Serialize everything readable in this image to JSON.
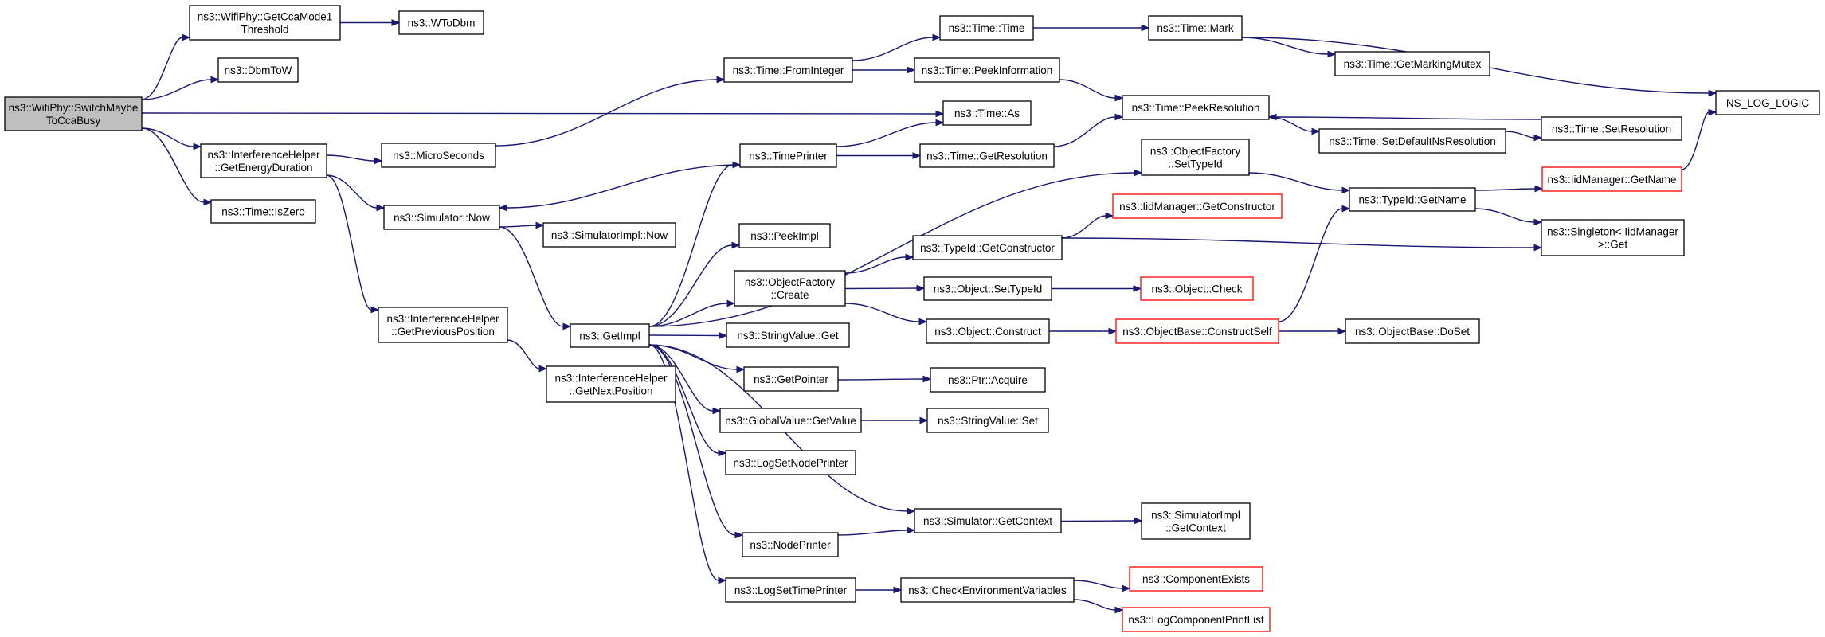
{
  "colors": {
    "edge": "#191970",
    "node_border": "#000000",
    "truncated_border": "#ff0000",
    "root_fill": "#bfbfbf"
  },
  "nodes": [
    {
      "id": "root",
      "lines": [
        "ns3::WifiPhy::SwitchMaybe",
        "ToCcaBusy"
      ],
      "style": "root"
    },
    {
      "id": "getccamode",
      "lines": [
        "ns3::WifiPhy::GetCcaMode1",
        "Threshold"
      ]
    },
    {
      "id": "wtodbm",
      "lines": [
        "ns3::WToDbm"
      ]
    },
    {
      "id": "dbmtow",
      "lines": [
        "ns3::DbmToW"
      ]
    },
    {
      "id": "getenergy",
      "lines": [
        "ns3::InterferenceHelper",
        "::GetEnergyDuration"
      ]
    },
    {
      "id": "iszero",
      "lines": [
        "ns3::Time::IsZero"
      ]
    },
    {
      "id": "microseconds",
      "lines": [
        "ns3::MicroSeconds"
      ]
    },
    {
      "id": "simnow",
      "lines": [
        "ns3::Simulator::Now"
      ]
    },
    {
      "id": "getprevpos",
      "lines": [
        "ns3::InterferenceHelper",
        "::GetPreviousPosition"
      ]
    },
    {
      "id": "simimplnow",
      "lines": [
        "ns3::SimulatorImpl::Now"
      ]
    },
    {
      "id": "getimpl",
      "lines": [
        "ns3::GetImpl"
      ]
    },
    {
      "id": "getnextpos",
      "lines": [
        "ns3::InterferenceHelper",
        "::GetNextPosition"
      ]
    },
    {
      "id": "fromint",
      "lines": [
        "ns3::Time::FromInteger"
      ]
    },
    {
      "id": "timeprinter",
      "lines": [
        "ns3::TimePrinter"
      ]
    },
    {
      "id": "peekimpl",
      "lines": [
        "ns3::PeekImpl"
      ]
    },
    {
      "id": "ofcreate",
      "lines": [
        "ns3::ObjectFactory",
        "::Create"
      ]
    },
    {
      "id": "svget",
      "lines": [
        "ns3::StringValue::Get"
      ]
    },
    {
      "id": "getpointer",
      "lines": [
        "ns3::GetPointer"
      ]
    },
    {
      "id": "gvgetvalue",
      "lines": [
        "ns3::GlobalValue::GetValue"
      ]
    },
    {
      "id": "logsetnode",
      "lines": [
        "ns3::LogSetNodePrinter"
      ]
    },
    {
      "id": "nodeprinter",
      "lines": [
        "ns3::NodePrinter"
      ]
    },
    {
      "id": "logsettime",
      "lines": [
        "ns3::LogSetTimePrinter"
      ]
    },
    {
      "id": "timetime",
      "lines": [
        "ns3::Time::Time"
      ]
    },
    {
      "id": "peekinfo",
      "lines": [
        "ns3::Time::PeekInformation"
      ]
    },
    {
      "id": "timeas",
      "lines": [
        "ns3::Time::As"
      ]
    },
    {
      "id": "getres",
      "lines": [
        "ns3::Time::GetResolution"
      ]
    },
    {
      "id": "ofsettypeid",
      "lines": [
        "ns3::ObjectFactory",
        "::SetTypeId"
      ]
    },
    {
      "id": "tidgetctor",
      "lines": [
        "ns3::TypeId::GetConstructor"
      ]
    },
    {
      "id": "objsettypeid",
      "lines": [
        "ns3::Object::SetTypeId"
      ]
    },
    {
      "id": "objconstruct",
      "lines": [
        "ns3::Object::Construct"
      ]
    },
    {
      "id": "ptracquire",
      "lines": [
        "ns3::Ptr::Acquire"
      ]
    },
    {
      "id": "svset",
      "lines": [
        "ns3::StringValue::Set"
      ]
    },
    {
      "id": "simgetctx",
      "lines": [
        "ns3::Simulator::GetContext"
      ]
    },
    {
      "id": "checkenv",
      "lines": [
        "ns3::CheckEnvironmentVariables"
      ]
    },
    {
      "id": "mark",
      "lines": [
        "ns3::Time::Mark"
      ]
    },
    {
      "id": "peekres",
      "lines": [
        "ns3::Time::PeekResolution"
      ]
    },
    {
      "id": "iidgetctor",
      "lines": [
        "ns3::IidManager::GetConstructor"
      ],
      "style": "red"
    },
    {
      "id": "objcheck",
      "lines": [
        "ns3::Object::Check"
      ],
      "style": "red"
    },
    {
      "id": "obconstructself",
      "lines": [
        "ns3::ObjectBase::ConstructSelf"
      ],
      "style": "red"
    },
    {
      "id": "simimplgetctx",
      "lines": [
        "ns3::SimulatorImpl",
        "::GetContext"
      ]
    },
    {
      "id": "compexists",
      "lines": [
        "ns3::ComponentExists"
      ],
      "style": "red"
    },
    {
      "id": "logcompprint",
      "lines": [
        "ns3::LogComponentPrintList"
      ],
      "style": "red"
    },
    {
      "id": "getmarkmutex",
      "lines": [
        "ns3::Time::GetMarkingMutex"
      ]
    },
    {
      "id": "setdefaultns",
      "lines": [
        "ns3::Time::SetDefaultNsResolution"
      ]
    },
    {
      "id": "tidgetname",
      "lines": [
        "ns3::TypeId::GetName"
      ]
    },
    {
      "id": "obdoset",
      "lines": [
        "ns3::ObjectBase::DoSet"
      ]
    },
    {
      "id": "setres",
      "lines": [
        "ns3::Time::SetResolution"
      ]
    },
    {
      "id": "iidgetname",
      "lines": [
        "ns3::IidManager::GetName"
      ],
      "style": "red"
    },
    {
      "id": "singleton",
      "lines": [
        "ns3::Singleton< IidManager",
        ">::Get"
      ]
    },
    {
      "id": "nslog",
      "lines": [
        "NS_LOG_LOGIC"
      ]
    }
  ],
  "edges": [
    [
      "root",
      "getccamode"
    ],
    [
      "root",
      "dbmtow"
    ],
    [
      "root",
      "timeas"
    ],
    [
      "root",
      "getenergy"
    ],
    [
      "root",
      "iszero"
    ],
    [
      "getccamode",
      "wtodbm"
    ],
    [
      "getenergy",
      "microseconds"
    ],
    [
      "getenergy",
      "simnow"
    ],
    [
      "getenergy",
      "getprevpos"
    ],
    [
      "microseconds",
      "fromint"
    ],
    [
      "simnow",
      "simimplnow"
    ],
    [
      "simnow",
      "getimpl"
    ],
    [
      "getprevpos",
      "getnextpos"
    ],
    [
      "timeprinter",
      "simnow"
    ],
    [
      "timeprinter",
      "timeas"
    ],
    [
      "timeprinter",
      "getres"
    ],
    [
      "getimpl",
      "timeprinter"
    ],
    [
      "getimpl",
      "ofsettypeid"
    ],
    [
      "getimpl",
      "peekimpl"
    ],
    [
      "getimpl",
      "ofcreate"
    ],
    [
      "getimpl",
      "svget"
    ],
    [
      "getimpl",
      "getpointer"
    ],
    [
      "getimpl",
      "gvgetvalue"
    ],
    [
      "getimpl",
      "logsetnode"
    ],
    [
      "getimpl",
      "simgetctx"
    ],
    [
      "getimpl",
      "nodeprinter"
    ],
    [
      "getimpl",
      "logsettime"
    ],
    [
      "fromint",
      "timetime"
    ],
    [
      "fromint",
      "peekinfo"
    ],
    [
      "timetime",
      "mark"
    ],
    [
      "mark",
      "getmarkmutex"
    ],
    [
      "mark",
      "nslog"
    ],
    [
      "peekinfo",
      "peekres"
    ],
    [
      "getres",
      "peekres"
    ],
    [
      "peekres",
      "setdefaultns"
    ],
    [
      "setdefaultns",
      "setres"
    ],
    [
      "setres",
      "peekres"
    ],
    [
      "ofsettypeid",
      "tidgetname"
    ],
    [
      "tidgetname",
      "iidgetname"
    ],
    [
      "tidgetname",
      "singleton"
    ],
    [
      "iidgetname",
      "nslog"
    ],
    [
      "ofcreate",
      "tidgetctor"
    ],
    [
      "ofcreate",
      "objsettypeid"
    ],
    [
      "ofcreate",
      "objconstruct"
    ],
    [
      "tidgetctor",
      "iidgetctor"
    ],
    [
      "tidgetctor",
      "singleton"
    ],
    [
      "objsettypeid",
      "objcheck"
    ],
    [
      "objconstruct",
      "obconstructself"
    ],
    [
      "obconstructself",
      "tidgetname"
    ],
    [
      "obconstructself",
      "obdoset"
    ],
    [
      "getpointer",
      "ptracquire"
    ],
    [
      "gvgetvalue",
      "svset"
    ],
    [
      "nodeprinter",
      "simgetctx"
    ],
    [
      "simgetctx",
      "simimplgetctx"
    ],
    [
      "logsettime",
      "checkenv"
    ],
    [
      "checkenv",
      "compexists"
    ],
    [
      "checkenv",
      "logcompprint"
    ]
  ]
}
